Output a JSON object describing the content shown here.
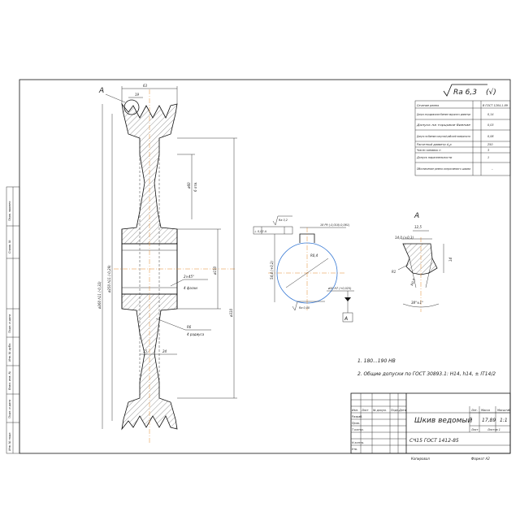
{
  "roughness": {
    "main": "Ra 6,3",
    "other": "(√)"
  },
  "section_mark": "A",
  "detail_mark": "A",
  "dims": {
    "width_63": "63",
    "groove_19": "19",
    "dia_outer": "ø260 h11 (-0,32)",
    "dia_calc": "ø250 h11 (-0,29)",
    "dia_310": "ø310",
    "dia_150": "ø150",
    "dia_holes": "ø60",
    "holes_count": "6 отв.",
    "chamfer": "2×45°",
    "chamfer_note": "4 фаски",
    "radius": "R6",
    "radius_note": "4 радиуса",
    "groove_pitch": "15",
    "groove_24": "24",
    "keyway_width": "18 P9 (-0,018/-0,061)",
    "keyway_depth": "54,4 (+0,2)",
    "bore": "ø50 H7 (+0,025)",
    "bore_ra": "Ra 0,80",
    "key_ra": "Ra 3,2",
    "bore_r": "R0,4",
    "tolerance_frame": "⊥ 0,02 A",
    "base_a": "A",
    "groove_top": "12,5",
    "groove_width": "14,0 (±0,3)",
    "groove_depth": "14",
    "groove_angle": "38°±1°",
    "groove_r1": "R1",
    "groove_r05": "R0,5"
  },
  "notes": [
    "1. 180...190 HB",
    "2. Общие допуски по ГОСТ 30893.1: H14, h14, ± IT14/2"
  ],
  "param_table": [
    [
      "Сечение ремня",
      "В ГОСТ 1284.1-89"
    ],
    [
      "Допуск на радиальное биение наружного диаметра",
      "0,14"
    ],
    [
      "Допуск на торцовое биение",
      "0,03"
    ],
    [
      "Допуск на биение конусной рабочей поверхности",
      "0,06"
    ],
    [
      "Расчетный диаметр d_p",
      "250"
    ],
    [
      "Число канавок n",
      "3"
    ],
    [
      "Допуск параллельности",
      "1"
    ],
    [
      "Обозначение ремня сопрягаемого шкива",
      "–"
    ]
  ],
  "title_block": {
    "name": "Шкив ведомый",
    "material": "СЧ15 ГОСТ 1412-85",
    "mass": "17,89",
    "scale": "1:1",
    "copied": "Копировал",
    "format": "Формат А2",
    "sheet": "Лист",
    "sheets": "Листов 1",
    "lit": "Лит.",
    "mass_label": "Масса",
    "scale_label": "Масштаб",
    "headers": [
      "Изм.",
      "Лист",
      "№ докум.",
      "Подп.",
      "Дата"
    ],
    "roles": [
      "Разраб.",
      "Пров.",
      "Т.контр.",
      "Н.контр.",
      "Утв."
    ]
  },
  "side_labels": [
    "Инв. № подл.",
    "Подп. и дата",
    "Взам. инв. №",
    "Инв. № дубл.",
    "Подп. и дата",
    "Справ. №",
    "Перв. примен."
  ]
}
